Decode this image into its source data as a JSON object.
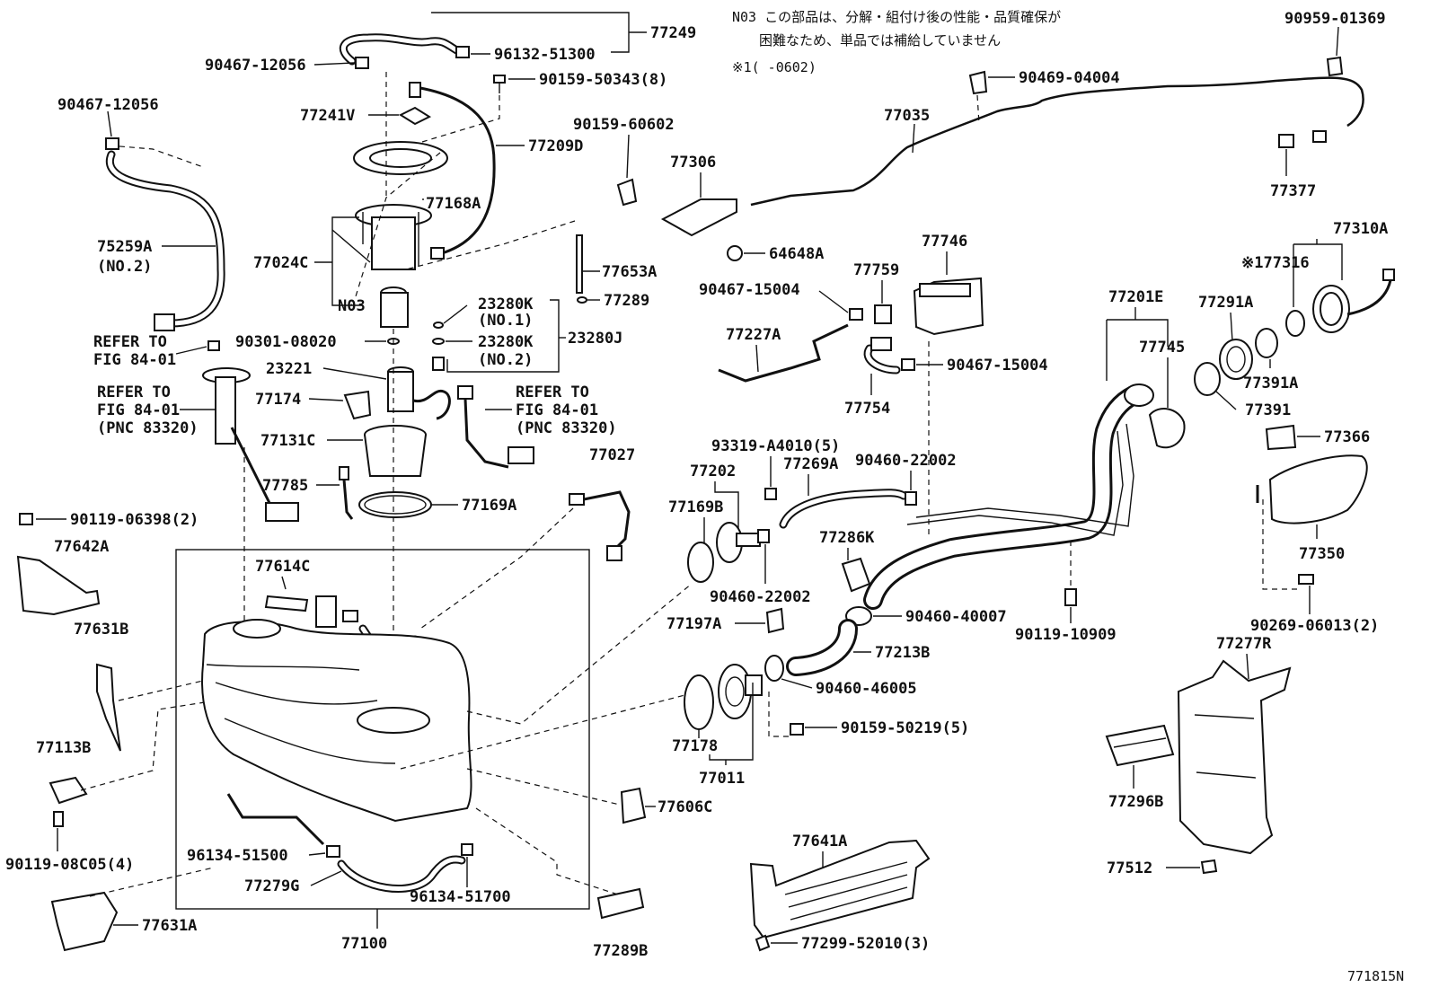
{
  "diagram_id": "771815N",
  "notes": {
    "n03_line1": "N03 この部品は、分解・組付け後の性能・品質確保が",
    "n03_line2": "困難なため、単品では補給していません",
    "star1_range": "※1(      -0602)"
  },
  "labels": {
    "p77249": "77249",
    "p96132_51300": "96132-51300",
    "p90467_12056a": "90467-12056",
    "p90159_50343": "90159-50343(8)",
    "p77241v": "77241V",
    "p90467_12056b": "90467-12056",
    "p77209d": "77209D",
    "p77168a": "77168A",
    "p75259a": "75259A",
    "p75259a_sub": "(NO.2)",
    "p77024c": "77024C",
    "p77653a": "77653A",
    "p77289": "77289",
    "n03": "N03",
    "p23280k1": "23280K",
    "p23280k1_sub": "(NO.1)",
    "p23280k2": "23280K",
    "p23280k2_sub": "(NO.2)",
    "p23280j": "23280J",
    "p90301_08020": "90301-08020",
    "ref1_a": "REFER TO",
    "ref1_b": "FIG 84-01",
    "p23221": "23221",
    "ref2_a": "REFER TO",
    "ref2_b": "FIG 84-01",
    "ref2_c": "(PNC 83320)",
    "p77174": "77174",
    "ref3_a": "REFER TO",
    "ref3_b": "FIG 84-01",
    "ref3_c": "(PNC 83320)",
    "p77131c": "77131C",
    "p77785": "77785",
    "p77169a": "77169A",
    "p90119_06398": "90119-06398(2)",
    "p77642a": "77642A",
    "p77614c": "77614C",
    "p77631b": "77631B",
    "p77113b": "77113B",
    "p90119_08c05": "90119-08C05(4)",
    "p96134_51500": "96134-51500",
    "p77279g": "77279G",
    "p96134_51700": "96134-51700",
    "p77631a": "77631A",
    "p77100": "77100",
    "p77606c": "77606C",
    "p77289b": "77289B",
    "p77027": "77027",
    "p90159_60602": "90159-60602",
    "p77306": "77306",
    "p64648a": "64648A",
    "p90469_04004": "90469-04004",
    "p77035": "77035",
    "p90959_01369": "90959-01369",
    "p77377": "77377",
    "p77746": "77746",
    "p77759": "77759",
    "p90467_15004a": "90467-15004",
    "p77227a": "77227A",
    "p90467_15004b": "90467-15004",
    "p77754": "77754",
    "p77201e": "77201E",
    "p77745": "77745",
    "p77310a": "77310A",
    "p77316": "※177316",
    "p77291a": "77291A",
    "p77391a": "77391A",
    "p77391": "77391",
    "p77366": "77366",
    "p77350": "77350",
    "p90269_06013": "90269-06013(2)",
    "p93319_a4010": "93319-A4010(5)",
    "p77202": "77202",
    "p77269a": "77269A",
    "p90460_22002a": "90460-22002",
    "p77169b": "77169B",
    "p90460_22002b": "90460-22002",
    "p77286k": "77286K",
    "p77197a": "77197A",
    "p90460_40007": "90460-40007",
    "p90119_10909": "90119-10909",
    "p77213b": "77213B",
    "p90460_46005": "90460-46005",
    "p77178": "77178",
    "p90159_50219": "90159-50219(5)",
    "p77011": "77011",
    "p77277r": "77277R",
    "p77296b": "77296B",
    "p77512": "77512",
    "p77641a": "77641A",
    "p77299_52010": "77299-52010(3)"
  }
}
